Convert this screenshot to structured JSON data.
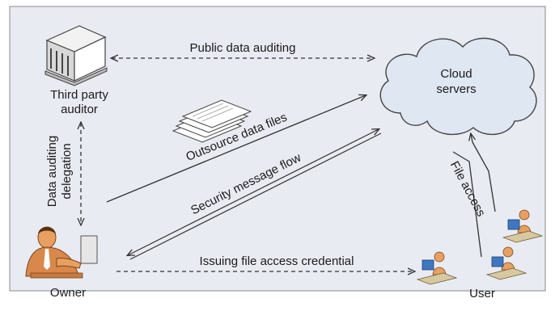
{
  "nodes": {
    "auditor": {
      "line1": "Third party",
      "line2": "auditor"
    },
    "cloud": {
      "line1": "Cloud",
      "line2": "servers"
    },
    "owner": {
      "label": "Owner"
    },
    "user": {
      "label": "User"
    }
  },
  "flows": {
    "public_auditing": "Public data auditing",
    "delegation_line1": "Data auditing",
    "delegation_line2": "delegation",
    "outsource": "Outsource data files",
    "security": "Security message flow",
    "file_access": "File access",
    "issuing": "Issuing file access credential"
  },
  "colors": {
    "panel": "#e9ebf2",
    "border": "#8a8a8a",
    "cloud_fill": "#dfe7f2",
    "line": "#333333",
    "figure_orange": "#e8a060",
    "screen_blue": "#3f78c0"
  },
  "icons": [
    "building-icon",
    "cloud-icon",
    "document-stack-icon",
    "owner-person-icon",
    "user-computer-icon"
  ]
}
